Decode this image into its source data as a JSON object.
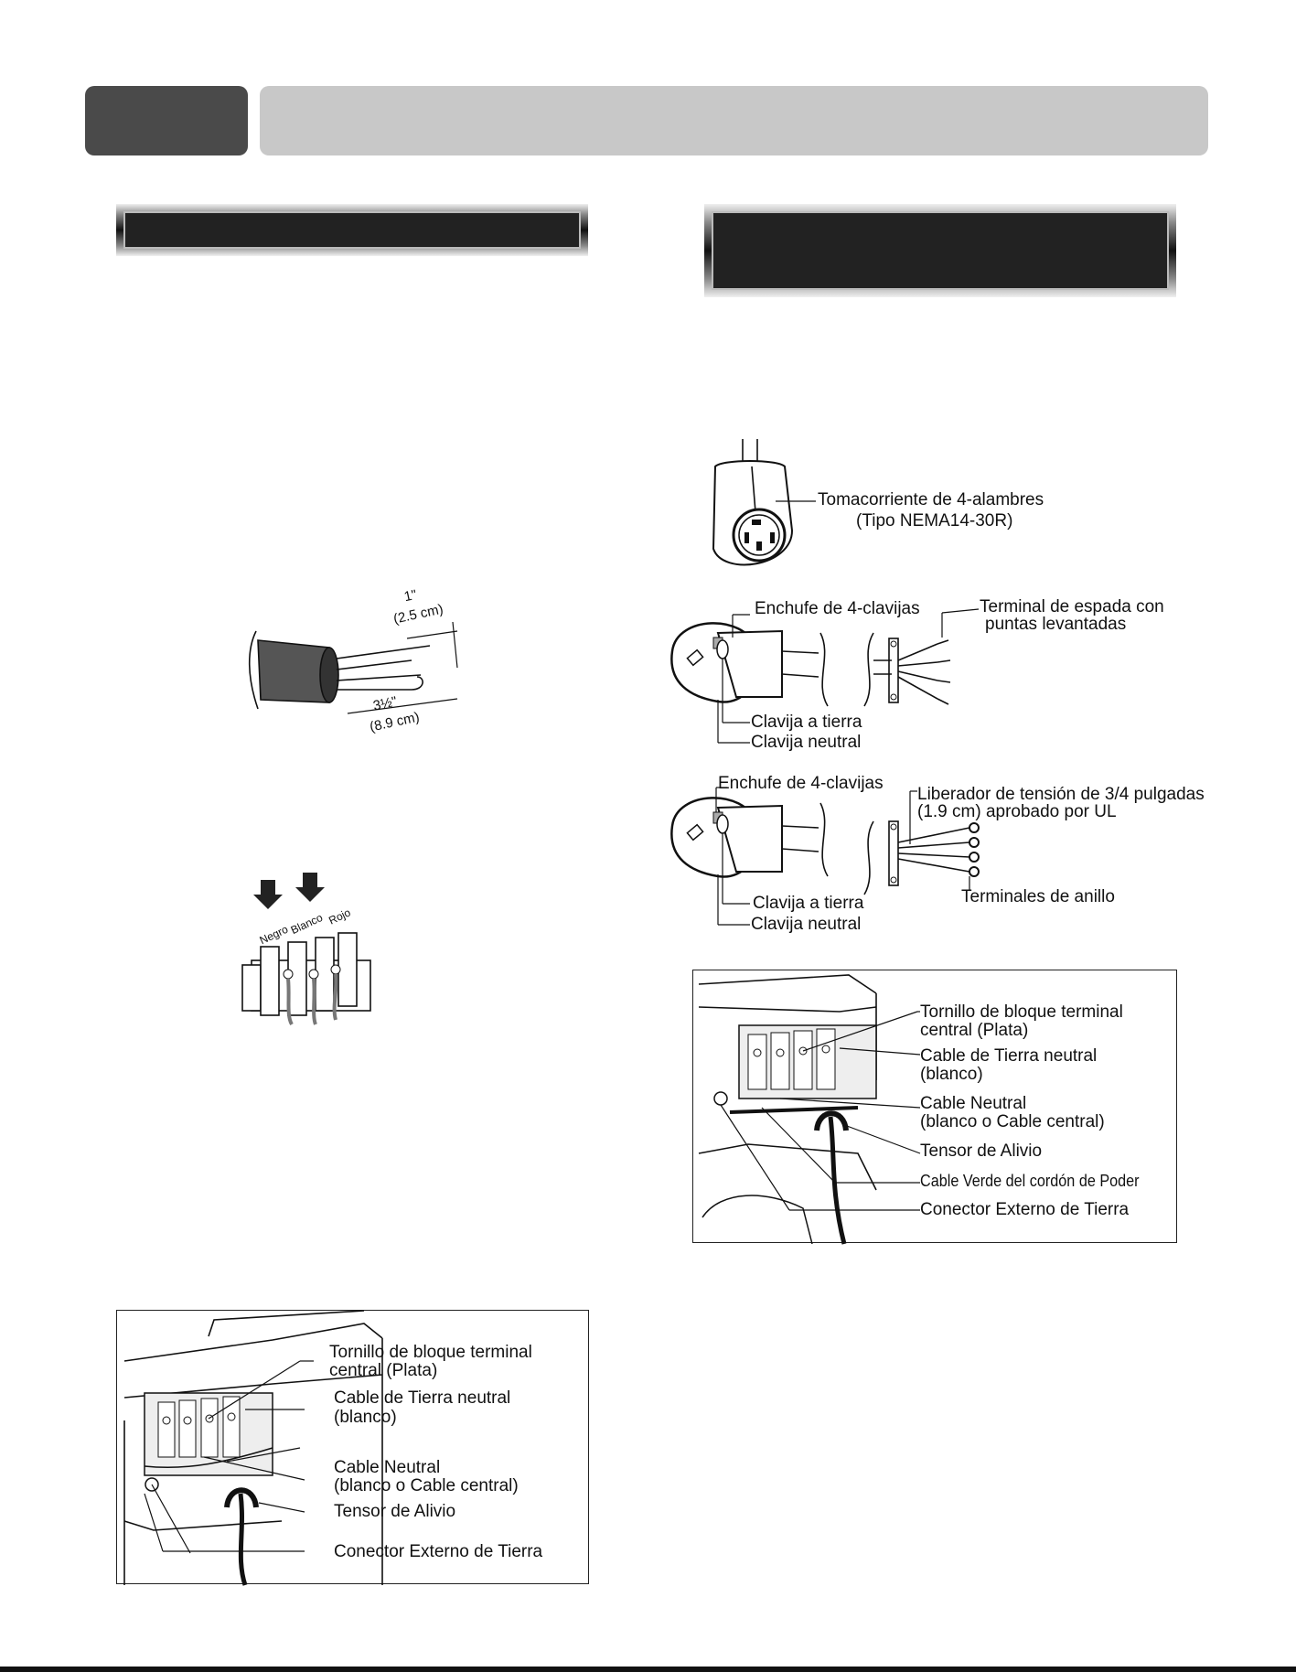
{
  "wire_strip": {
    "dim_short": "1\"",
    "dim_short_cm": "(2.5 cm)",
    "dim_long": "3½\"",
    "dim_long_cm": "(8.9 cm)"
  },
  "terminal_block": {
    "wire_black": "Negro",
    "wire_white": "Blanco",
    "wire_red": "Rojo"
  },
  "fig_3wire": {
    "screw_l1": "Tornillo de bloque terminal",
    "screw_l2": "central (Plata)",
    "ground_l1": "Cable de Tierra neutral",
    "ground_l2": "(blanco)",
    "neutral_l1": "Cable Neutral",
    "neutral_l2": "(blanco o  Cable central)",
    "strain": "Tensor de Alivio",
    "ext_ground": "Conector Externo de Tierra"
  },
  "outlet": {
    "label_l1": "Tomacorriente de 4-alambres",
    "label_l2": "(Tipo NEMA14-30R)"
  },
  "plug_spade": {
    "plug": "Enchufe de 4-clavijas",
    "terminal_l1": "Terminal de espada con",
    "terminal_l2": "puntas levantadas",
    "ground_pin": "Clavija a tierra",
    "neutral_pin": "Clavija neutral"
  },
  "plug_ring": {
    "plug": "Enchufe de 4-clavijas",
    "relief_l1": "Liberador de tensión de 3/4 pulgadas",
    "relief_l2": "(1.9 cm) aprobado por UL",
    "ring": "Terminales de anillo",
    "ground_pin": "Clavija a tierra",
    "neutral_pin": "Clavija neutral"
  },
  "fig_4wire": {
    "screw_l1": "Tornillo de bloque terminal",
    "screw_l2": "central (Plata)",
    "ground_l1": "Cable de Tierra neutral",
    "ground_l2": "(blanco)",
    "neutral_l1": "Cable Neutral",
    "neutral_l2": "(blanco o  Cable central)",
    "strain": "Tensor de Alivio",
    "green": "Cable Verde del cordón de Poder",
    "ext_ground": "Conector Externo de Tierra"
  }
}
